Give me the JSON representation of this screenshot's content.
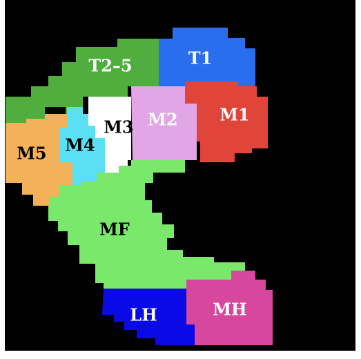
{
  "background_color": "#000000",
  "frame_color": "#ffffff",
  "regions": [
    {
      "id": "t2-5",
      "label": "T2–5",
      "color": "#4fae3e",
      "label_color": "#ffffff"
    },
    {
      "id": "t1",
      "label": "T1",
      "color": "#2a6ef0",
      "label_color": "#ffffff"
    },
    {
      "id": "m2",
      "label": "M2",
      "color": "#e2a6e6",
      "label_color": "#ffffff"
    },
    {
      "id": "m1",
      "label": "M1",
      "color": "#e1453a",
      "label_color": "#ffffff"
    },
    {
      "id": "m3",
      "label": "M3",
      "color": "#ffffff",
      "label_color": "#000000"
    },
    {
      "id": "m4",
      "label": "M4",
      "color": "#5ae0f2",
      "label_color": "#000000"
    },
    {
      "id": "m5",
      "label": "M5",
      "color": "#f3b25a",
      "label_color": "#000000"
    },
    {
      "id": "mf",
      "label": "MF",
      "color": "#7ae86a",
      "label_color": "#000000"
    },
    {
      "id": "lh",
      "label": "LH",
      "color": "#0a0ae6",
      "label_color": "#ffffff"
    },
    {
      "id": "mh",
      "label": "MH",
      "color": "#d7479d",
      "label_color": "#ffffff"
    }
  ]
}
